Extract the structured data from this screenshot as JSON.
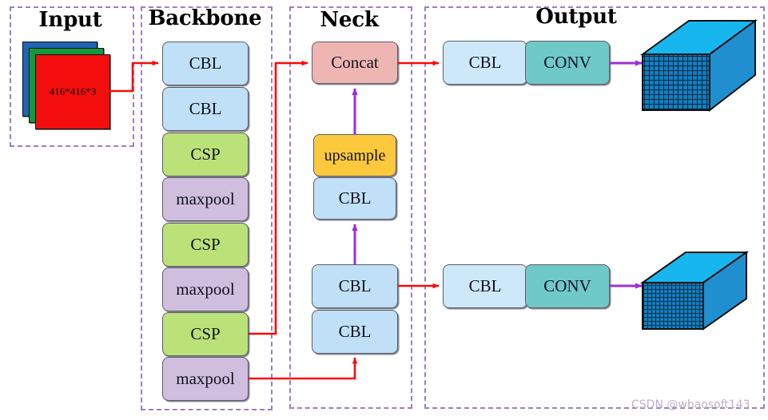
{
  "diagram": {
    "title": "YOLO-style network architecture",
    "sections": [
      {
        "key": "input",
        "title": "Input"
      },
      {
        "key": "backbone",
        "title": "Backbone"
      },
      {
        "key": "neck",
        "title": "Neck"
      },
      {
        "key": "output",
        "title": "Output"
      }
    ]
  },
  "input": {
    "title": "Input",
    "image_label": "416*416*3",
    "layers": [
      {
        "name": "blue-channel-sheet",
        "color": "#1f64b5"
      },
      {
        "name": "green-channel-sheet",
        "color": "#109a3c"
      },
      {
        "name": "red-channel-sheet",
        "color": "#f40d0d"
      }
    ]
  },
  "backbone": {
    "title": "Backbone",
    "blocks": [
      {
        "label": "CBL",
        "type": "cbl"
      },
      {
        "label": "CBL",
        "type": "cbl"
      },
      {
        "label": "CSP",
        "type": "csp"
      },
      {
        "label": "maxpool",
        "type": "maxpool"
      },
      {
        "label": "CSP",
        "type": "csp"
      },
      {
        "label": "maxpool",
        "type": "maxpool"
      },
      {
        "label": "CSP",
        "type": "csp"
      },
      {
        "label": "maxpool",
        "type": "maxpool"
      }
    ]
  },
  "neck": {
    "title": "Neck",
    "blocks": [
      {
        "label": "Concat",
        "type": "concat"
      },
      {
        "label": "upsample",
        "type": "upsample"
      },
      {
        "label": "CBL",
        "type": "cbl"
      },
      {
        "label": "CBL",
        "type": "cbl"
      },
      {
        "label": "CBL",
        "type": "cbl"
      }
    ]
  },
  "output": {
    "title": "Output",
    "heads": [
      {
        "cbl_label": "CBL",
        "conv_label": "CONV",
        "cube": "feature-map-cube-large"
      },
      {
        "cbl_label": "CBL",
        "conv_label": "CONV",
        "cube": "feature-map-cube-small"
      }
    ]
  },
  "colors": {
    "cbl": "#bfe0f7",
    "cbl_light": "#cde8f8",
    "csp": "#bbe278",
    "maxpool": "#cfbedd",
    "concat": "#eeb5b2",
    "upsample": "#fbc93b",
    "conv": "#6fc9c8",
    "arrow_red": "#fb0a0a",
    "arrow_purple": "#9b30d9",
    "section_border": "#9b7fc4",
    "cube_top": "#18b6ef",
    "cube_side": "#1f8fd0",
    "cube_front": "#0e7fc0"
  },
  "watermark": {
    "text": "CSDN @whaosoft143"
  }
}
